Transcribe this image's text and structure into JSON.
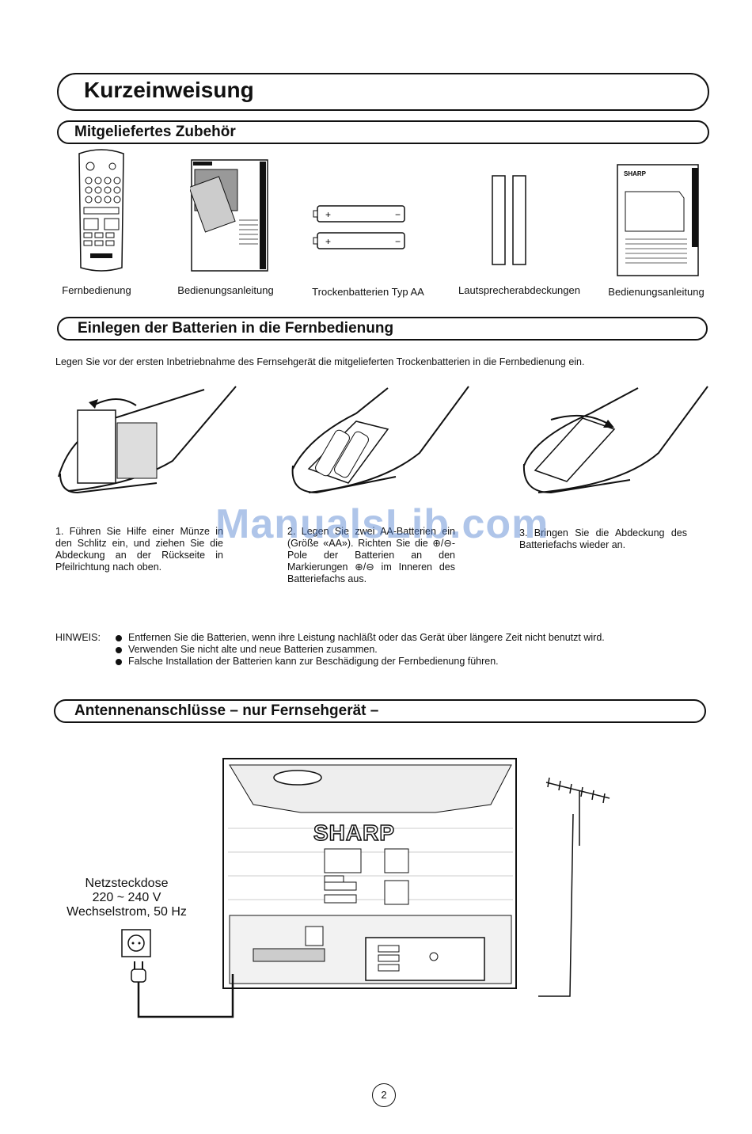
{
  "title": "Kurzeinweisung",
  "sections": {
    "accessories": {
      "heading": "Mitgeliefertes Zubehör",
      "items": [
        "Fernbedienung",
        "Bedienungsanleitung",
        "Trockenbatterien Typ AA",
        "Lautsprecherabdeckungen",
        "Bedienungsanleitung"
      ]
    },
    "batteries": {
      "heading": "Einlegen der Batterien in die Fernbedienung",
      "intro": "Legen Sie vor der ersten Inbetriebnahme des Fernsehgerät die mitgelieferten Trockenbatterien in die Fernbedienung ein.",
      "steps": [
        "1. Führen Sie Hilfe einer Münze in den Schlitz ein, und ziehen Sie die Abdeckung an der Rückseite in Pfeilrichtung nach oben.",
        "2. Legen Sie zwei AA-Batterien ein (Größe «AA»). Richten Sie die ⊕/⊖-Pole der Batterien an den Markierungen ⊕/⊖ im Inneren des Batteriefachs aus.",
        "3. Bringen Sie die Abdeckung des Batteriefachs wieder an."
      ],
      "note_label": "HINWEIS:",
      "notes": [
        "Entfernen Sie die Batterien, wenn ihre Leistung nachläßt oder das Gerät über längere Zeit nicht benutzt wird.",
        "Verwenden Sie nicht alte und neue Batterien zusammen.",
        "Falsche Installation der Batterien kann zur Beschädigung der Fernbedienung führen."
      ]
    },
    "antenna": {
      "heading": "Antennenanschlüsse – nur Fernsehgerät –",
      "socket_lines": [
        "Netzsteckdose",
        "220 ~ 240 V",
        "Wechselstrom, 50 Hz"
      ],
      "brand": "SHARP"
    }
  },
  "watermark": "ManualsLib.com",
  "page_number": "2",
  "icons": [
    "remote-icon",
    "manual-icon",
    "battery-icon",
    "speaker-cover-icon",
    "remote-battery-illustration",
    "tv-rear-illustration",
    "antenna-icon",
    "power-socket-icon",
    "power-plug-icon"
  ]
}
